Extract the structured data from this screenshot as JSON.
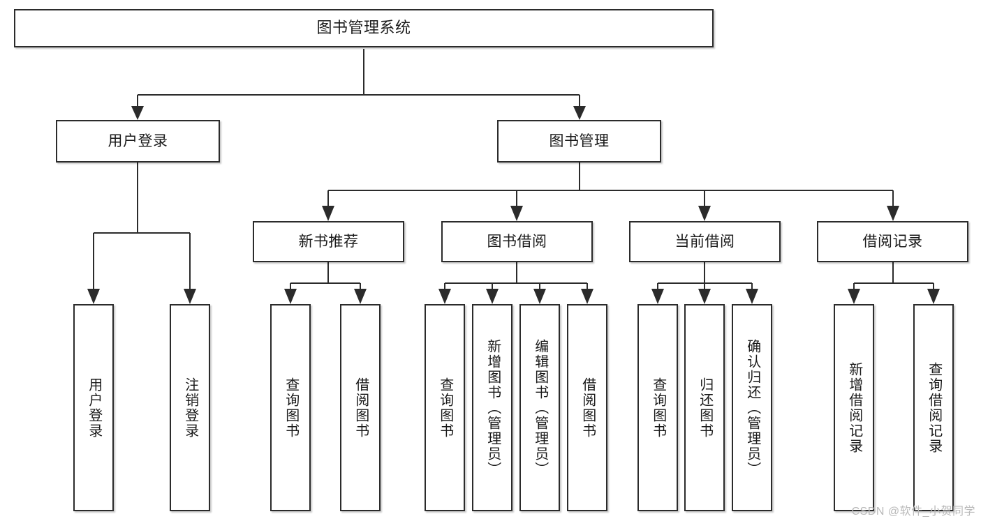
{
  "diagram": {
    "type": "hierarchy-tree",
    "orientation": "top-down",
    "title": "图书管理系统",
    "watermark": "CSDN @软件_小贺同学",
    "colors": {
      "box_border": "#2b2b2b",
      "box_fill": "#ffffff",
      "connector": "#2b2b2b",
      "text": "#1a1a1a",
      "watermark": "#b9b9b9",
      "background": "#ffffff"
    },
    "levels": [
      {
        "level": 1,
        "nodes": [
          {
            "id": "root",
            "label": "图书管理系统",
            "text_orientation": "horizontal"
          }
        ]
      },
      {
        "level": 2,
        "nodes": [
          {
            "id": "user-login",
            "label": "用户登录",
            "parent": "root",
            "text_orientation": "horizontal"
          },
          {
            "id": "book-manage",
            "label": "图书管理",
            "parent": "root",
            "text_orientation": "horizontal"
          }
        ]
      },
      {
        "level": 3,
        "nodes": [
          {
            "id": "new-book-rec",
            "label": "新书推荐",
            "parent": "book-manage",
            "text_orientation": "horizontal"
          },
          {
            "id": "book-borrow",
            "label": "图书借阅",
            "parent": "book-manage",
            "text_orientation": "horizontal"
          },
          {
            "id": "current-borrow",
            "label": "当前借阅",
            "parent": "book-manage",
            "text_orientation": "horizontal"
          },
          {
            "id": "borrow-record",
            "label": "借阅记录",
            "parent": "book-manage",
            "text_orientation": "horizontal"
          }
        ]
      },
      {
        "level": 4,
        "nodes": [
          {
            "id": "leaf-1",
            "label": "用户登录",
            "parent": "user-login",
            "text_orientation": "vertical"
          },
          {
            "id": "leaf-2",
            "label": "注销登录",
            "parent": "user-login",
            "text_orientation": "vertical"
          },
          {
            "id": "leaf-3",
            "label": "查询图书",
            "parent": "new-book-rec",
            "text_orientation": "vertical"
          },
          {
            "id": "leaf-4",
            "label": "借阅图书",
            "parent": "new-book-rec",
            "text_orientation": "vertical"
          },
          {
            "id": "leaf-5",
            "label": "查询图书",
            "parent": "book-borrow",
            "text_orientation": "vertical"
          },
          {
            "id": "leaf-6",
            "label": "新增图书（管理员）",
            "parent": "book-borrow",
            "text_orientation": "vertical"
          },
          {
            "id": "leaf-7",
            "label": "编辑图书（管理员）",
            "parent": "book-borrow",
            "text_orientation": "vertical"
          },
          {
            "id": "leaf-8",
            "label": "借阅图书",
            "parent": "book-borrow",
            "text_orientation": "vertical"
          },
          {
            "id": "leaf-9",
            "label": "查询图书",
            "parent": "current-borrow",
            "text_orientation": "vertical"
          },
          {
            "id": "leaf-10",
            "label": "归还图书",
            "parent": "current-borrow",
            "text_orientation": "vertical"
          },
          {
            "id": "leaf-11",
            "label": "确认归还（管理员）",
            "parent": "current-borrow",
            "text_orientation": "vertical"
          },
          {
            "id": "leaf-12",
            "label": "新增借阅记录",
            "parent": "borrow-record",
            "text_orientation": "vertical"
          },
          {
            "id": "leaf-13",
            "label": "查询借阅记录",
            "parent": "borrow-record",
            "text_orientation": "vertical"
          }
        ]
      }
    ]
  }
}
